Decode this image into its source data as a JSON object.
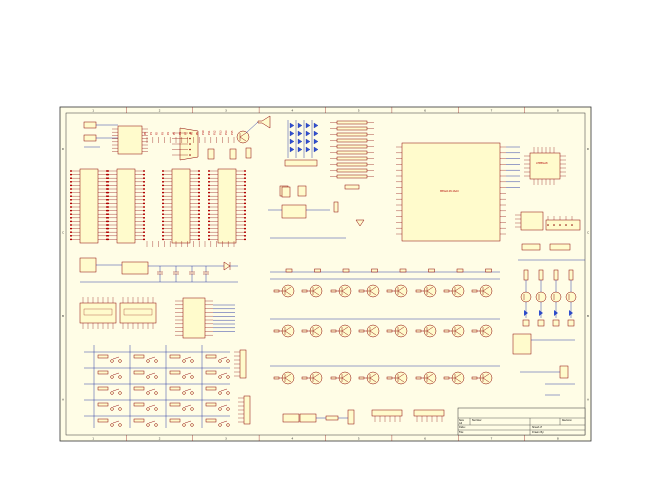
{
  "sheet": {
    "background": "#ffffff",
    "paper": "#fffde6",
    "border_color": "#333333",
    "component_fill": "#fffbcc",
    "component_stroke": "#8b0000",
    "wire_color": "#1a2aa0",
    "zone_numbers": [
      "1",
      "2",
      "3",
      "4",
      "5",
      "6",
      "7",
      "8"
    ],
    "zone_letters": [
      "A",
      "B",
      "C",
      "D"
    ]
  },
  "labels": {
    "mcu_main": "MEGA128-16AU",
    "mcu_small": "ATMEGA8",
    "power_tag": "VCC",
    "gnd_tag": "GND"
  },
  "title_block": {
    "title": "",
    "size_label": "Size",
    "size_value": "A4",
    "number_label": "Number",
    "revision_label": "Revision",
    "date_label": "Date:",
    "file_label": "File:",
    "sheet_label": "Sheet   of",
    "drawn_label": "Drawn By:"
  }
}
